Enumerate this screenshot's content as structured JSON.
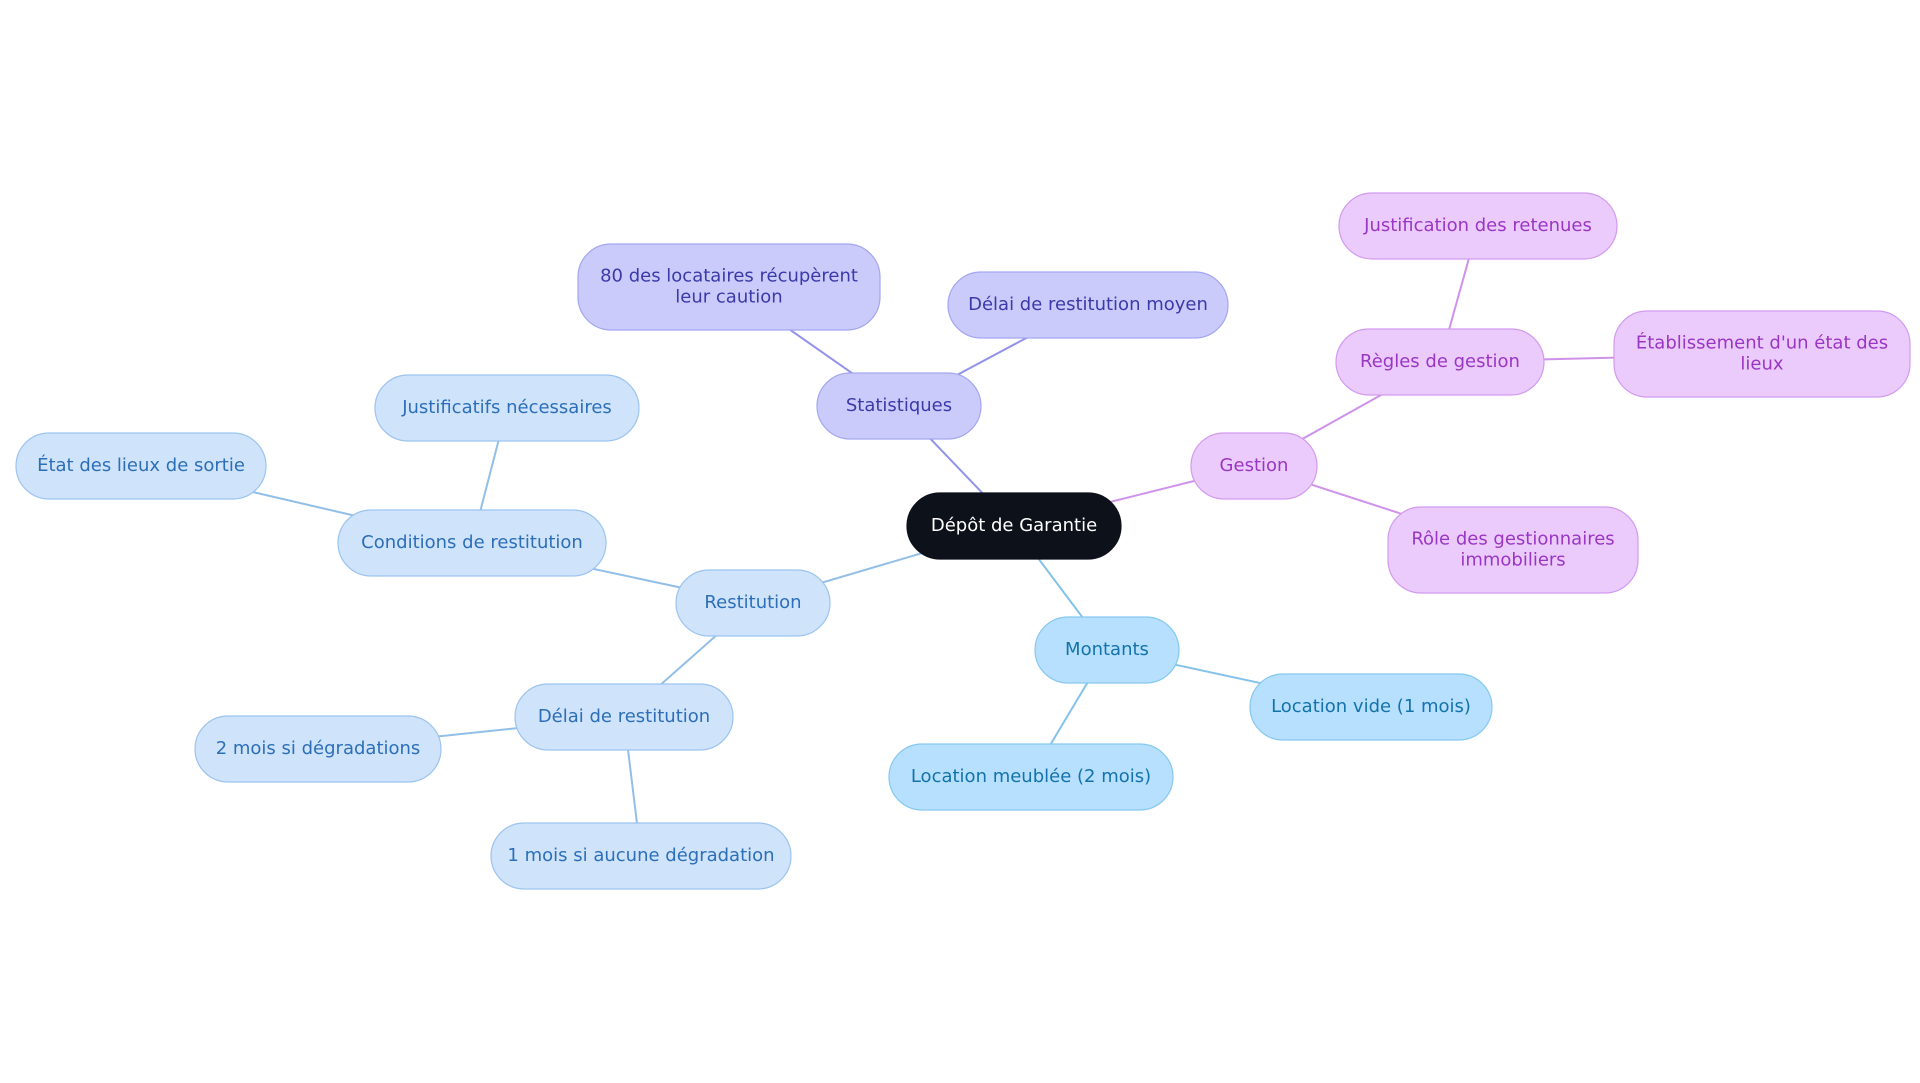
{
  "diagram": {
    "type": "mindmap",
    "root": {
      "id": "root",
      "label": "Dépôt de Garantie",
      "theme": "root"
    },
    "branches": [
      {
        "id": "statistiques",
        "label": "Statistiques",
        "theme": "indigo",
        "children": [
          {
            "id": "stat-80",
            "lines": [
              "80 des locataires récupèrent",
              "leur caution"
            ],
            "theme": "indigo"
          },
          {
            "id": "stat-delai",
            "label": "Délai de restitution moyen",
            "theme": "indigo"
          }
        ]
      },
      {
        "id": "gestion",
        "label": "Gestion",
        "theme": "violet",
        "children": [
          {
            "id": "regles",
            "label": "Règles de gestion",
            "theme": "violet",
            "children": [
              {
                "id": "justif-retenues",
                "label": "Justification des retenues",
                "theme": "violet"
              },
              {
                "id": "etat-lieux",
                "lines": [
                  "Établissement d'un état des",
                  "lieux"
                ],
                "theme": "violet"
              }
            ]
          },
          {
            "id": "role-gestionnaires",
            "lines": [
              "Rôle des gestionnaires",
              "immobiliers"
            ],
            "theme": "violet"
          }
        ]
      },
      {
        "id": "montants",
        "label": "Montants",
        "theme": "sky",
        "children": [
          {
            "id": "location-vide",
            "label": "Location vide (1 mois)",
            "theme": "sky"
          },
          {
            "id": "location-meublee",
            "label": "Location meublée (2 mois)",
            "theme": "sky"
          }
        ]
      },
      {
        "id": "restitution",
        "label": "Restitution",
        "theme": "blue",
        "children": [
          {
            "id": "conditions",
            "label": "Conditions de restitution",
            "theme": "blue",
            "children": [
              {
                "id": "justificatifs",
                "label": "Justificatifs nécessaires",
                "theme": "blue"
              },
              {
                "id": "etat-sortie",
                "label": "État des lieux de sortie",
                "theme": "blue"
              }
            ]
          },
          {
            "id": "delai-restitution",
            "label": "Délai de restitution",
            "theme": "blue",
            "children": [
              {
                "id": "deux-mois",
                "label": "2 mois si dégradations",
                "theme": "blue"
              },
              {
                "id": "un-mois",
                "label": "1 mois si aucune dégradation",
                "theme": "blue"
              }
            ]
          }
        ]
      }
    ]
  },
  "themes": {
    "root": {
      "fill": "#0d111a",
      "stroke": "#0d111a",
      "text": "#ffffff",
      "link": "#8a8fe8"
    },
    "indigo": {
      "fill": "#cbcbfb",
      "stroke": "#a4a6f0",
      "text": "#3a3aa8",
      "link": "#9294ea"
    },
    "violet": {
      "fill": "#ebcbfb",
      "stroke": "#d29af0",
      "text": "#9a36c4",
      "link": "#cf92ea"
    },
    "sky": {
      "fill": "#b6e0fd",
      "stroke": "#86c8f0",
      "text": "#1473ab",
      "link": "#84c2ea"
    },
    "blue": {
      "fill": "#cfe3fa",
      "stroke": "#9cc4f0",
      "text": "#2c6fb8",
      "link": "#92bfe8"
    }
  }
}
